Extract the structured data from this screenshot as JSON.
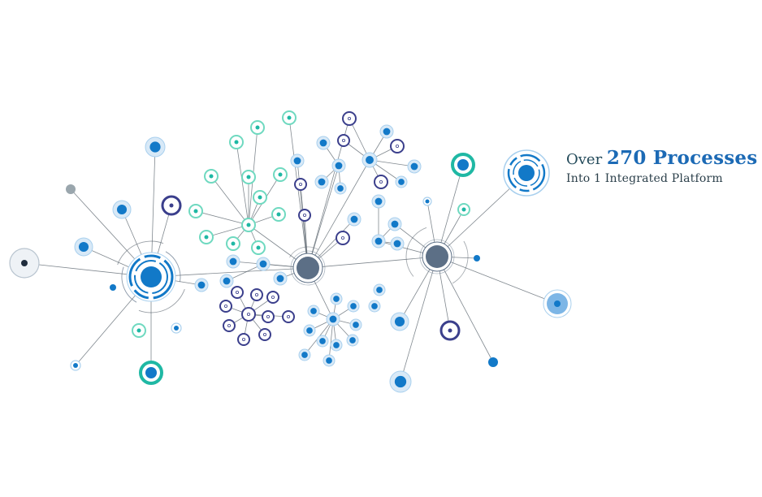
{
  "headline": {
    "prefix": "Over",
    "highlight": "270 Processes",
    "subline": "Into 1 Integrated Platform"
  },
  "colors": {
    "blue": "#1279c8",
    "blue_ring": "#a9d0ee",
    "navy": "#3b3f8c",
    "teal": "#1fb8a4",
    "mint": "#6fd9c0",
    "slate": "#5c6f86",
    "grey": "#9aa6ad",
    "line": "#56606a",
    "headline_blue": "#1c6ab5",
    "headline_dark": "#234a5a"
  },
  "node_kinds": [
    "hub",
    "target",
    "ring-dot",
    "navy-ring",
    "teal-ring",
    "mint-ring",
    "dot",
    "eye",
    "grey-dot"
  ]
}
